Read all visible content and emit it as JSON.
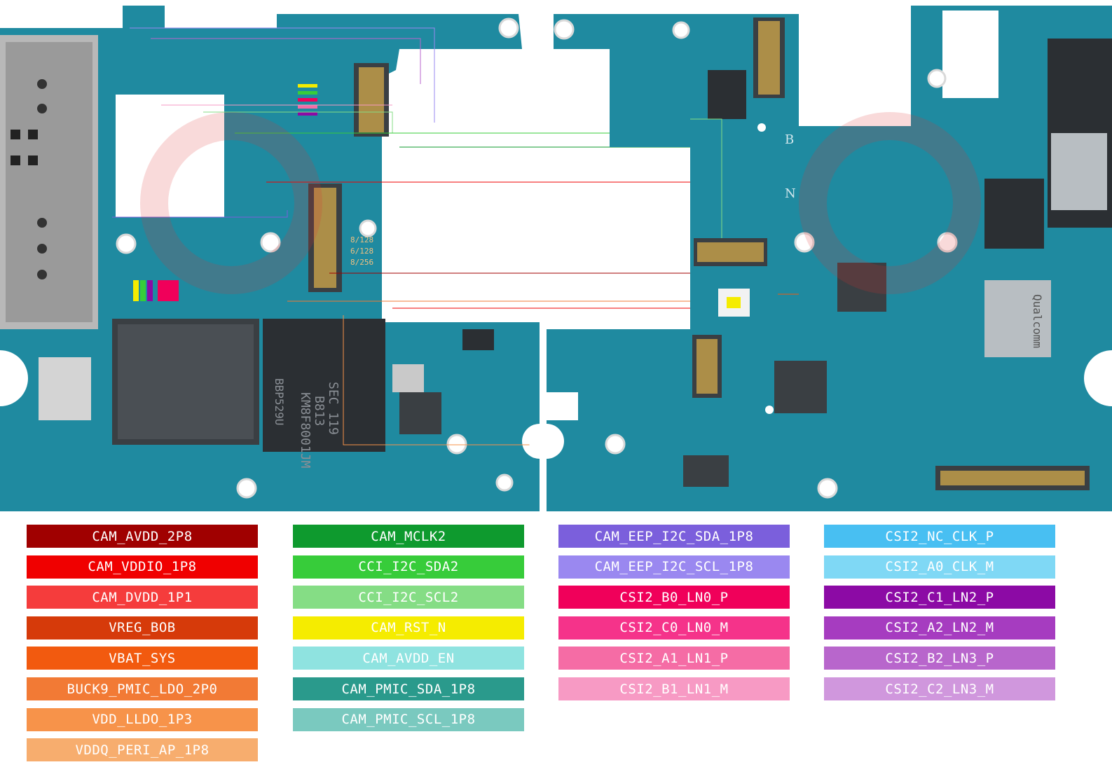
{
  "board": {
    "left_labels": [
      "8/128",
      "6/128",
      "8/256"
    ],
    "chip_markings": [
      "KM8F8001JM",
      "SEC 119",
      "B813",
      "BBP529U"
    ],
    "right_markings": [
      "B",
      "N"
    ],
    "qualcomm_text": "Qualcomm",
    "colors": {
      "pcb": "#1f8aa0",
      "pcb_dark": "#146f83",
      "chip": "#2b2f33",
      "pad": "#d8d8d8",
      "gold": "#c9a24a"
    }
  },
  "legend": {
    "columns": [
      [
        {
          "label": "CAM_AVDD_2P8",
          "color": "#a00000"
        },
        {
          "label": "CAM_VDDIO_1P8",
          "color": "#f00000"
        },
        {
          "label": "CAM_DVDD_1P1",
          "color": "#f53c3c"
        },
        {
          "label": "VREG_BOB",
          "color": "#d63a0a"
        },
        {
          "label": "VBAT_SYS",
          "color": "#f25a0f"
        },
        {
          "label": "BUCK9_PMIC_LDO_2P0",
          "color": "#f27a35"
        },
        {
          "label": "VDD_LLDO_1P3",
          "color": "#f7934a"
        },
        {
          "label": "VDDQ_PERI_AP_1P8",
          "color": "#f7ad6e"
        }
      ],
      [
        {
          "label": "CAM_MCLK2",
          "color": "#0e9a2e"
        },
        {
          "label": "CCI_I2C_SDA2",
          "color": "#37cc3a"
        },
        {
          "label": "CCI_I2C_SCL2",
          "color": "#85dd85"
        },
        {
          "label": "CAM_RST_N",
          "color": "#f5ec00"
        },
        {
          "label": "CAM_AVDD_EN",
          "color": "#8fe3e0"
        },
        {
          "label": "CAM_PMIC_SDA_1P8",
          "color": "#2a9a8c"
        },
        {
          "label": "CAM_PMIC_SCL_1P8",
          "color": "#7ac9bf"
        }
      ],
      [
        {
          "label": "CAM_EEP_I2C_SDA_1P8",
          "color": "#7b5fdc"
        },
        {
          "label": "CAM_EEP_I2C_SCL_1P8",
          "color": "#9a88f0"
        },
        {
          "label": "CSI2_B0_LN0_P",
          "color": "#f0005a"
        },
        {
          "label": "CSI2_C0_LN0_M",
          "color": "#f5338a"
        },
        {
          "label": "CSI2_A1_LN1_P",
          "color": "#f56ca5"
        },
        {
          "label": "CSI2_B1_LN1_M",
          "color": "#f79ac4"
        }
      ],
      [
        {
          "label": "CSI2_NC_CLK_P",
          "color": "#48bff2"
        },
        {
          "label": "CSI2_A0_CLK_M",
          "color": "#7fd8f5"
        },
        {
          "label": "CSI2_C1_LN2_P",
          "color": "#8c0aa5"
        },
        {
          "label": "CSI2_A2_LN2_M",
          "color": "#a63cc0"
        },
        {
          "label": "CSI2_B2_LN3_P",
          "color": "#b866cc"
        },
        {
          "label": "CSI2_C2_LN3_M",
          "color": "#d097dd"
        }
      ]
    ]
  }
}
